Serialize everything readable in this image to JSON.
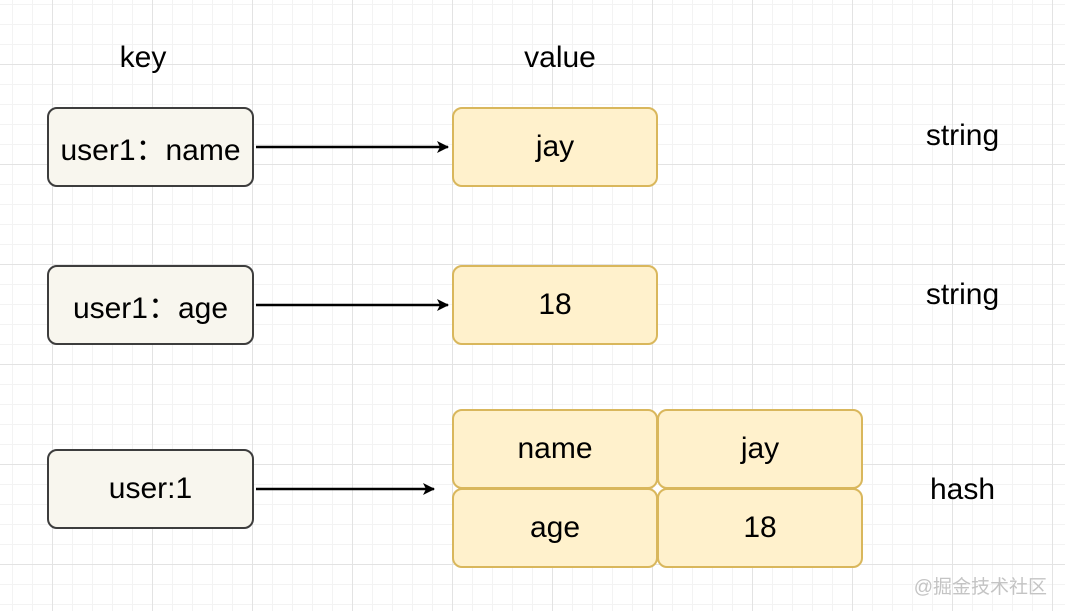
{
  "headers": {
    "key": "key",
    "value": "value"
  },
  "rows": [
    {
      "key": "user1：name",
      "value": "jay",
      "type": "string"
    },
    {
      "key": "user1：age",
      "value": "18",
      "type": "string"
    },
    {
      "key": "user:1",
      "fields": [
        {
          "field": "name",
          "value": "jay"
        },
        {
          "field": "age",
          "value": "18"
        }
      ],
      "type": "hash"
    }
  ],
  "watermark": "@掘金技术社区",
  "colors": {
    "key_fill": "#f8f6ee",
    "key_stroke": "#3d3d3d",
    "value_fill": "#fff1cc",
    "value_stroke": "#d9b75c"
  }
}
